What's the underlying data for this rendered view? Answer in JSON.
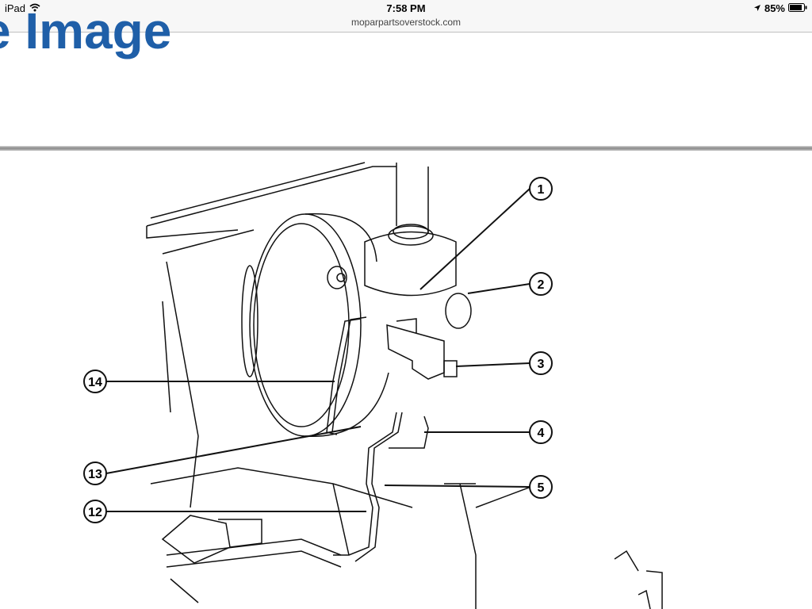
{
  "status_bar": {
    "device": "iPad",
    "time": "7:58 PM",
    "url": "moparpartsoverstock.com",
    "battery": "85%",
    "icons": [
      "wifi-icon",
      "location-arrow-icon",
      "battery-icon"
    ]
  },
  "page": {
    "heading": "e Image",
    "heading_color": "#1f5fa8"
  },
  "diagram": {
    "callouts": [
      "1",
      "2",
      "3",
      "4",
      "5",
      "12",
      "13",
      "14"
    ]
  }
}
